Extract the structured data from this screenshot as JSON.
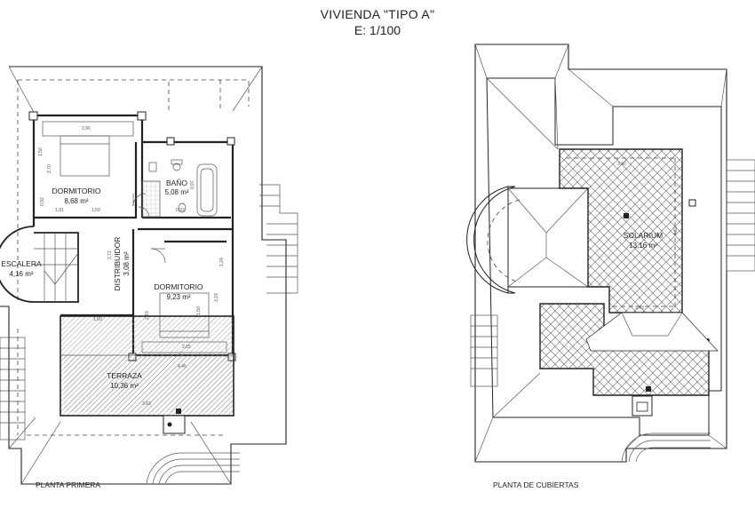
{
  "title": {
    "line1": "VIVIENDA \"TIPO A\"",
    "line2": "E: 1/100"
  },
  "first_floor": {
    "caption": "PLANTA PRIMERA",
    "rooms": [
      {
        "key": "dormitorio_1",
        "name": "DORMITORIO",
        "area": "8,68 m²"
      },
      {
        "key": "bano",
        "name": "BAÑO",
        "area": "5,08 m²"
      },
      {
        "key": "distribuidor",
        "name": "DISTRIBUIDOR",
        "area": "3,08 m²"
      },
      {
        "key": "dormitorio_2",
        "name": "DORMITORIO",
        "area": "9,23 m²"
      },
      {
        "key": "escalera",
        "name": "ESCALERA",
        "area": "4,16 m²"
      },
      {
        "key": "terraza",
        "name": "TERRAZA",
        "area": "10,36 m²"
      }
    ],
    "dimensions": [
      "2,90",
      "1,50",
      "2,70",
      "0,92",
      "1,91",
      "1,50",
      "0,93",
      "2,72",
      "2,19",
      "3,19",
      "1,50",
      "2,65",
      "1,24",
      "1,60",
      "4,45",
      "3,63",
      "0,97"
    ]
  },
  "roof": {
    "caption": "PLANTA DE CUBIERTAS",
    "rooms": [
      {
        "key": "solarium",
        "name": "SOLARIUM",
        "area": "13,16 m²"
      }
    ],
    "dimensions": [
      "3,40",
      "3,43",
      "4,02"
    ]
  },
  "colors": {
    "line": "#222222",
    "hatch": "#666666",
    "background": "#ffffff"
  }
}
